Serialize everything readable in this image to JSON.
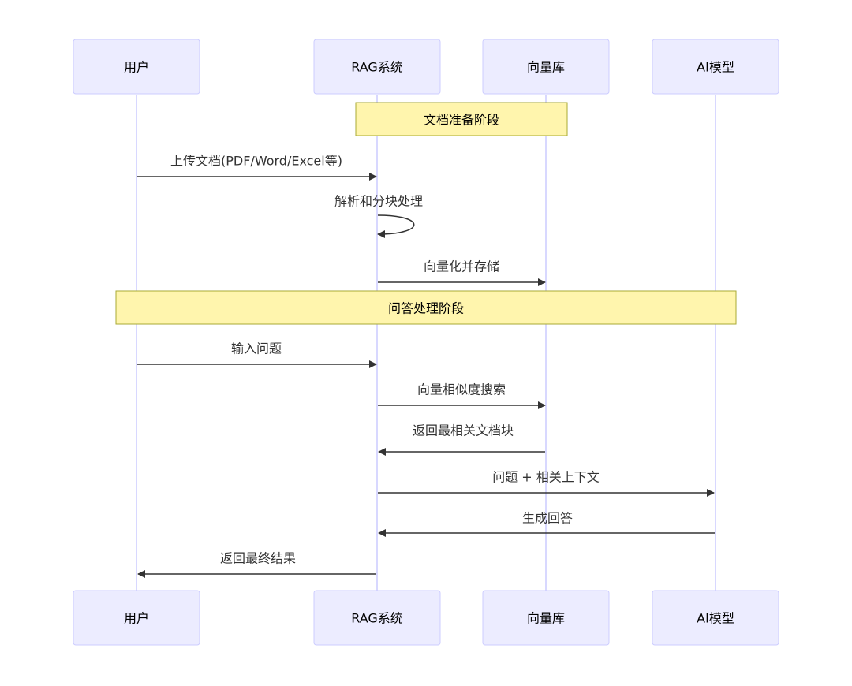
{
  "actors": [
    {
      "id": "user",
      "label": "用户"
    },
    {
      "id": "rag",
      "label": "RAG系统"
    },
    {
      "id": "vdb",
      "label": "向量库"
    },
    {
      "id": "ai",
      "label": "AI模型"
    }
  ],
  "notes": [
    {
      "label": "文档准备阶段",
      "over": [
        "rag",
        "vdb"
      ]
    },
    {
      "label": "问答处理阶段",
      "over": [
        "user",
        "ai"
      ]
    }
  ],
  "messages": [
    {
      "from": "user",
      "to": "rag",
      "label": "上传文档(PDF/Word/Excel等)"
    },
    {
      "from": "rag",
      "to": "rag",
      "label": "解析和分块处理"
    },
    {
      "from": "rag",
      "to": "vdb",
      "label": "向量化并存储"
    },
    {
      "from": "user",
      "to": "rag",
      "label": "输入问题"
    },
    {
      "from": "rag",
      "to": "vdb",
      "label": "向量相似度搜索"
    },
    {
      "from": "vdb",
      "to": "rag",
      "label": "返回最相关文档块"
    },
    {
      "from": "rag",
      "to": "ai",
      "label": "问题 + 相关上下文"
    },
    {
      "from": "ai",
      "to": "rag",
      "label": "生成回答"
    },
    {
      "from": "rag",
      "to": "user",
      "label": "返回最终结果"
    }
  ],
  "colors": {
    "actor_fill": "#ECECFF",
    "actor_stroke": "#CCCCFF",
    "lifeline": "#CCCCFF",
    "note_fill": "#FFF5AD",
    "note_stroke": "#AAAA33",
    "arrow": "#333333"
  }
}
